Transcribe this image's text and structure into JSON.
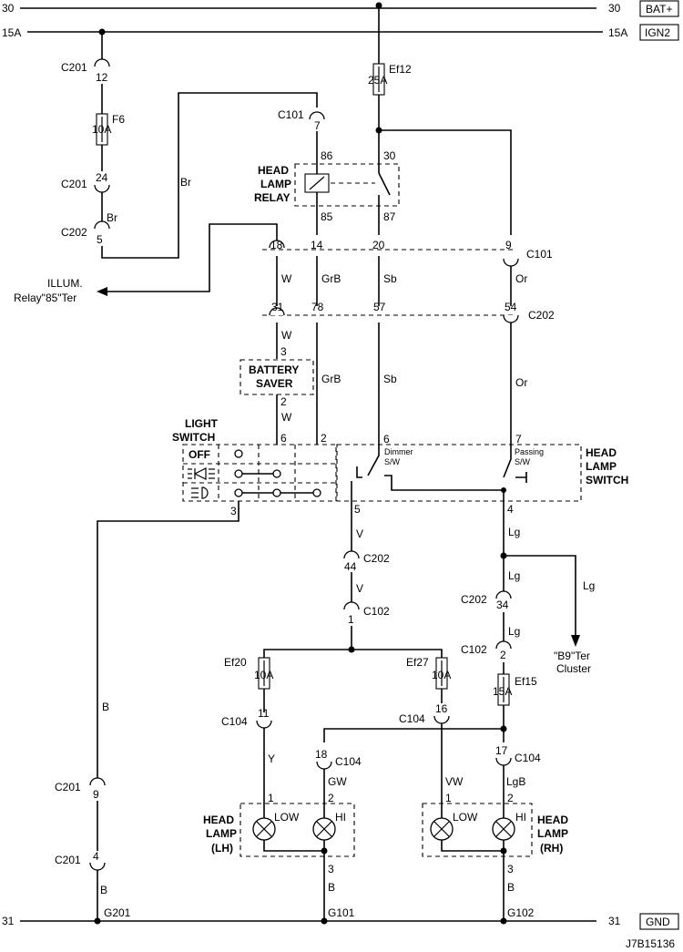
{
  "rails": {
    "bat_left": "30",
    "bat_right": "30",
    "bat_tag": "BAT+",
    "ign_left": "15A",
    "ign_right": "15A",
    "ign_tag": "IGN2",
    "gnd_left": "31",
    "gnd_right": "31",
    "gnd_tag": "GND"
  },
  "fuses": {
    "f6_name": "F6",
    "f6_rating": "10A",
    "ef12_name": "Ef12",
    "ef12_rating": "25A",
    "ef20_name": "Ef20",
    "ef20_rating": "10A",
    "ef27_name": "Ef27",
    "ef27_rating": "10A",
    "ef15_name": "Ef15",
    "ef15_rating": "15A"
  },
  "connectors": {
    "c201": "C201",
    "c202": "C202",
    "c101": "C101",
    "c102": "C102",
    "c104": "C104"
  },
  "pins": {
    "c201_12": "12",
    "c201_24": "24",
    "c202_5": "5",
    "c101_7": "7",
    "r86": "86",
    "r30": "30",
    "r85": "85",
    "r87": "87",
    "c101_18": "18",
    "c101_14": "14",
    "c101_20": "20",
    "c101_9": "9",
    "c202_31": "31",
    "c202_78": "78",
    "c202_57": "57",
    "c202_54": "54",
    "bs_3": "3",
    "bs_2": "2",
    "ls_6": "6",
    "ls_2": "2",
    "ls_3": "3",
    "hs_6": "6",
    "hs_7": "7",
    "hs_5": "5",
    "hs_4": "4",
    "c202_44": "44",
    "c202_34": "34",
    "c102_1": "1",
    "c102_2": "2",
    "c104_11": "11",
    "c104_16": "16",
    "c104_18": "18",
    "c104_17": "17",
    "c201_9": "9",
    "c201_4": "4",
    "lh_1": "1",
    "lh_2": "2",
    "lh_3": "3",
    "rh_1": "1",
    "rh_2": "2",
    "rh_3": "3"
  },
  "wires": {
    "br_upper": "Br",
    "br_lower": "Br",
    "w1": "W",
    "w2": "W",
    "w3": "W",
    "grb1": "GrB",
    "grb2": "GrB",
    "sb1": "Sb",
    "sb2": "Sb",
    "or1": "Or",
    "or2": "Or",
    "v1": "V",
    "v2": "V",
    "lg1": "Lg",
    "lg2": "Lg",
    "lg3": "Lg",
    "lg_branch": "Lg",
    "b_left": "B",
    "b_bottom": "B",
    "b_lh": "B",
    "b_rh": "B",
    "y": "Y",
    "gw": "GW",
    "vw": "VW",
    "lgb": "LgB"
  },
  "components": {
    "relay_l1": "HEAD",
    "relay_l2": "LAMP",
    "relay_l3": "RELAY",
    "saver_l1": "BATTERY",
    "saver_l2": "SAVER",
    "light_l1": "LIGHT",
    "light_l2": "SWITCH",
    "off": "OFF",
    "hls_l1": "HEAD",
    "hls_l2": "LAMP",
    "hls_l3": "SWITCH",
    "dimmer": "Dimmer",
    "dimmer_sw": "S/W",
    "passing": "Passing",
    "passing_sw": "S/W",
    "lh_l1": "HEAD",
    "lh_l2": "LAMP",
    "lh_l3": "(LH)",
    "rh_l1": "HEAD",
    "rh_l2": "LAMP",
    "rh_l3": "(RH)",
    "low": "LOW",
    "hi": "HI"
  },
  "refs": {
    "illum_l1": "ILLUM.",
    "illum_l2": "Relay\"85\"Ter",
    "cluster_l1": "\"B9\"Ter",
    "cluster_l2": "Cluster"
  },
  "grounds": {
    "g201": "G201",
    "g101": "G101",
    "g102": "G102"
  },
  "footer": {
    "code": "J7B15136"
  }
}
